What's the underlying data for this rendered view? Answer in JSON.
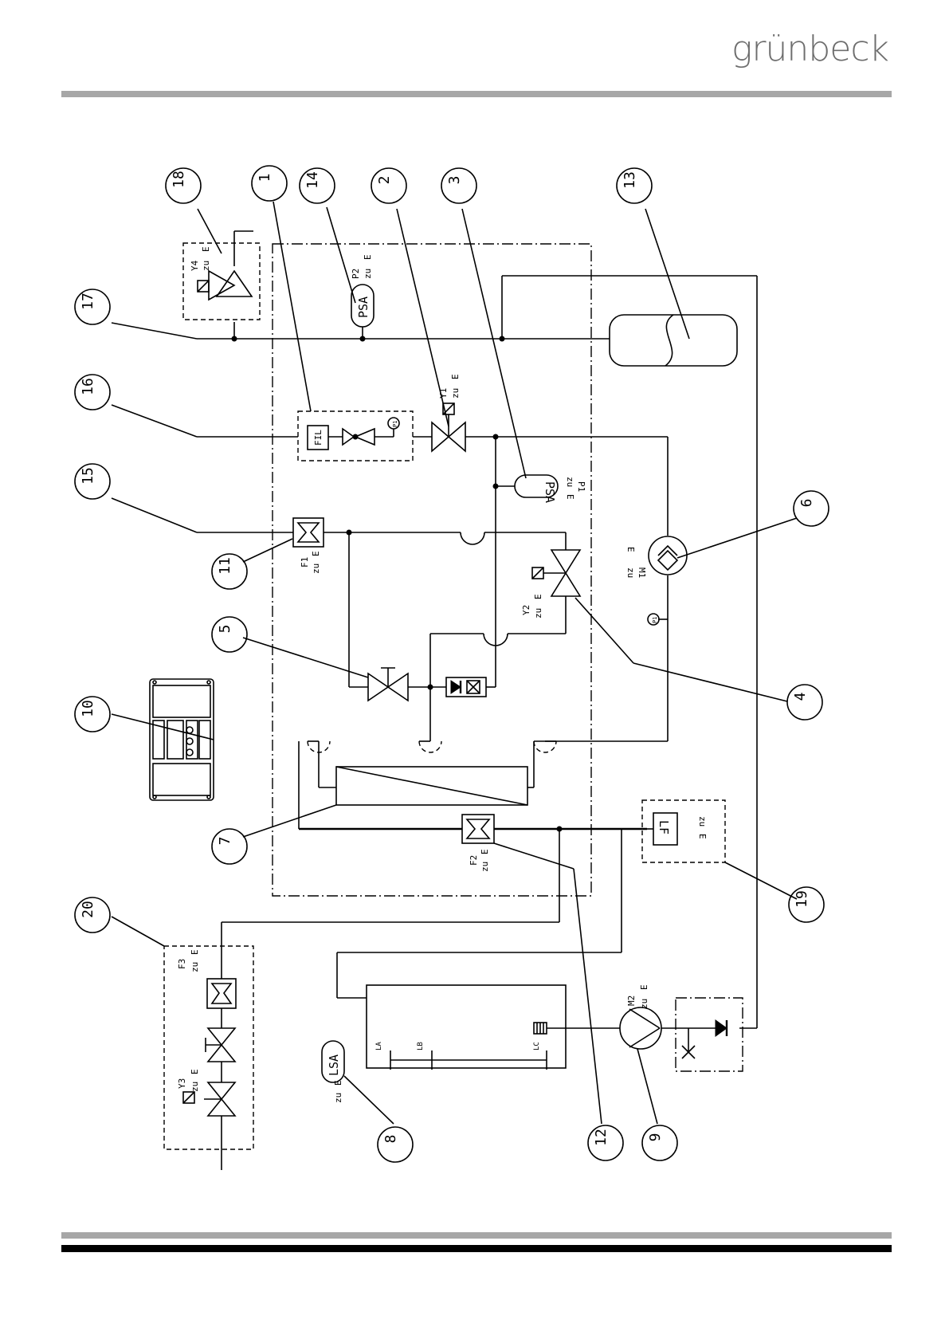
{
  "header": {
    "logo_text": "grünbeck"
  },
  "callouts": [
    "1",
    "2",
    "3",
    "4",
    "5",
    "6",
    "7",
    "8",
    "9",
    "10",
    "11",
    "12",
    "13",
    "14",
    "15",
    "16",
    "17",
    "18",
    "19",
    "20"
  ],
  "labels": {
    "psa": "PSA",
    "lsa": "LSA",
    "fil": "FIL",
    "lf": "LF",
    "zu": "zu",
    "e": "E",
    "p1": "P1",
    "p2": "P2",
    "y1": "Y1",
    "y2": "Y2",
    "y3": "Y3",
    "y4": "Y4",
    "f1": "F1",
    "f2": "F2",
    "f3": "F3",
    "m1": "M1",
    "m2": "M2",
    "la": "LA",
    "lb": "LB",
    "lc": "LC"
  },
  "colors": {
    "rule": "#a7a7a7",
    "logo": "#6e6e6e",
    "line": "#000000"
  }
}
